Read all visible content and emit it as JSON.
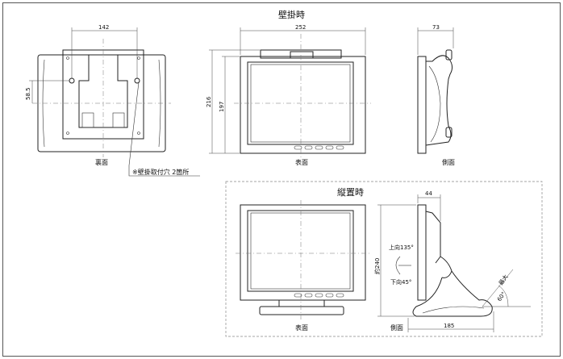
{
  "titles": {
    "wall_mount": "壁掛時",
    "desk_mount": "縦置時"
  },
  "views": {
    "back": "裏面",
    "front": "表面",
    "side": "側面",
    "front_desk": "表面",
    "side_desk": "側面"
  },
  "dimensions": {
    "back_width": "142",
    "back_hole_offset": "58.5",
    "front_width": "252",
    "front_height_outer": "216",
    "front_height_inner": "197",
    "side_depth": "73",
    "desk_depth_top": "44",
    "desk_height": "約240",
    "desk_base": "185"
  },
  "notes": {
    "mount_holes": "※壁掛取付穴 2箇所",
    "tilt_up": "上向135°",
    "tilt_down": "下向45°",
    "max_angle_label": "最大",
    "max_angle_value": "60°"
  }
}
